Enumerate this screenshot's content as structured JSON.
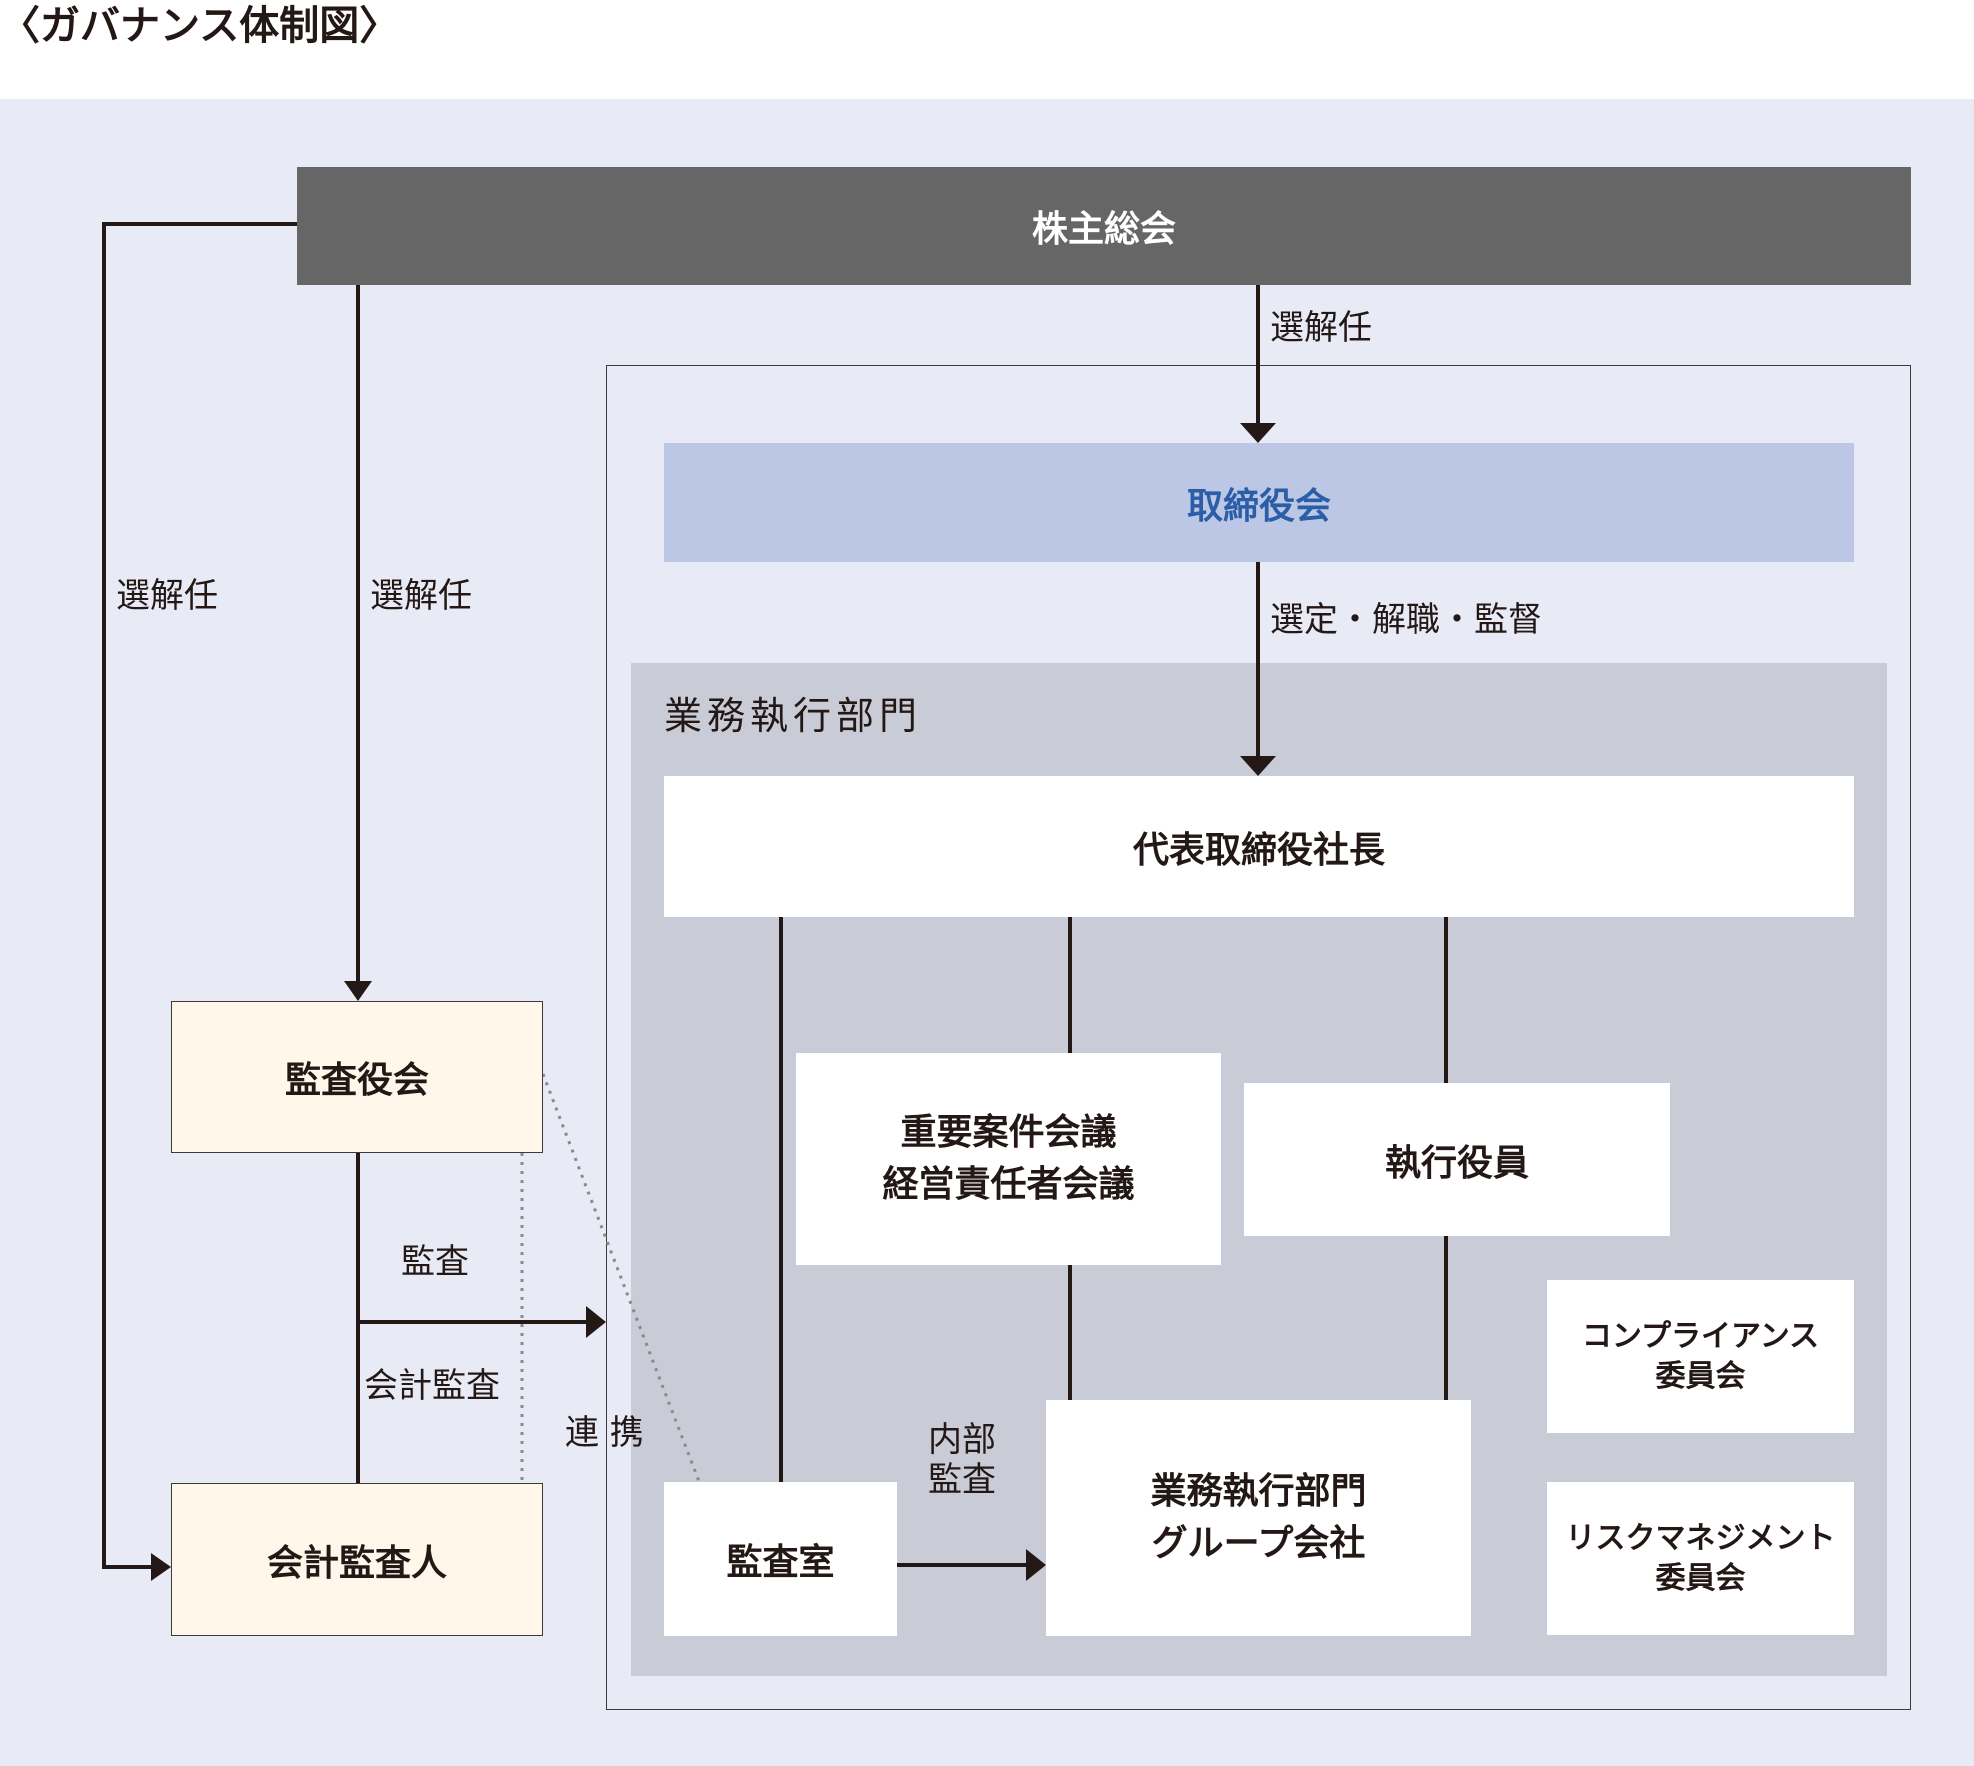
{
  "title": "〈ガバナンス体制図〉",
  "boxes": {
    "shareholders": "株主総会",
    "board": "取締役会",
    "executive_division": "業務執行部門",
    "president": "代表取締役社長",
    "council_line1": "重要案件会議",
    "council_line2": "経営責任者会議",
    "officers": "執行役員",
    "compliance_line1": "コンプライアンス",
    "compliance_line2": "委員会",
    "risk_line1": "リスクマネジメント",
    "risk_line2": "委員会",
    "audit_room": "監査室",
    "group_line1": "業務執行部門",
    "group_line2": "グループ会社",
    "audit_board": "監査役会",
    "accountant": "会計監査人"
  },
  "labels": {
    "appoint_board": "選解任",
    "appoint_audit_board": "選解任",
    "appoint_accountant": "選解任",
    "select_supervise": "選定・解職・監督",
    "audit": "監査",
    "accounting_audit": "会計監査",
    "cooperation": "連 携",
    "internal_line1": "内部",
    "internal_line2": "監査"
  },
  "colors": {
    "panel": "#e8eaf5",
    "division": "#c9ccd7",
    "shareholders": "#666666",
    "board": "#bbc7e5",
    "board_text": "#2a5ea6",
    "audit_boxes": "#fff7ea",
    "line": "#231815"
  }
}
